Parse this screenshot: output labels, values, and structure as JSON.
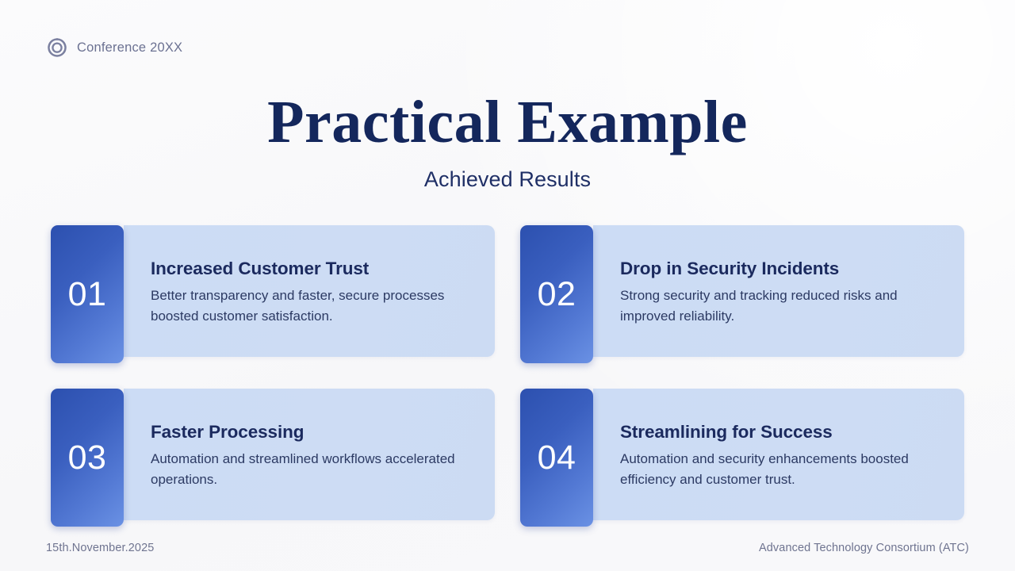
{
  "header": {
    "logo_icon": "swirl-logo-icon",
    "brand_name": "Conference 20XX"
  },
  "title": "Practical Example",
  "subtitle": "Achieved Results",
  "cards": [
    {
      "number": "01",
      "title": "Increased Customer Trust",
      "description": "Better transparency and faster, secure processes boosted customer satisfaction."
    },
    {
      "number": "02",
      "title": "Drop in Security Incidents",
      "description": "Strong security and tracking reduced risks and improved reliability."
    },
    {
      "number": "03",
      "title": "Faster Processing",
      "description": "Automation and streamlined workflows accelerated operations."
    },
    {
      "number": "04",
      "title": "Streamlining for Success",
      "description": "Automation and security enhancements boosted efficiency and customer trust."
    }
  ],
  "footer": {
    "date": "15th.November.2025",
    "organization": "Advanced Technology Consortium (ATC)"
  },
  "colors": {
    "background": "#f9f9fa",
    "title_navy": "#14275c",
    "card_body_blue": "#ccdcf5",
    "number_gradient_start": "#2c50af",
    "number_gradient_end": "#6a91e4",
    "muted_text": "#6f7490"
  }
}
